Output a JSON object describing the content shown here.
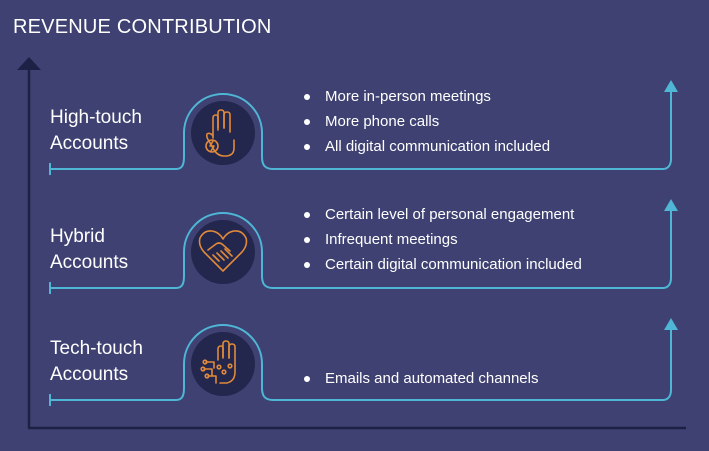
{
  "title": "REVENUE CONTRIBUTION",
  "colors": {
    "background": "#3e4171",
    "line": "#4fb6d6",
    "axis": "#1e2146",
    "icon_circle": "#23264d",
    "icon_stroke": "#e08a3a",
    "text": "#ffffff"
  },
  "tiers": [
    {
      "label_line1": "High-touch",
      "label_line2": "Accounts",
      "icon": "hand-lightning-icon",
      "bullets": [
        "More in-person meetings",
        "More phone calls",
        "All digital communication included"
      ]
    },
    {
      "label_line1": "Hybrid",
      "label_line2": "Accounts",
      "icon": "heart-handshake-icon",
      "bullets": [
        "Certain level of personal engagement",
        "Infrequent meetings",
        "Certain digital communication included"
      ]
    },
    {
      "label_line1": "Tech-touch",
      "label_line2": "Accounts",
      "icon": "circuit-hand-icon",
      "bullets": [
        "Emails and automated channels"
      ]
    }
  ]
}
